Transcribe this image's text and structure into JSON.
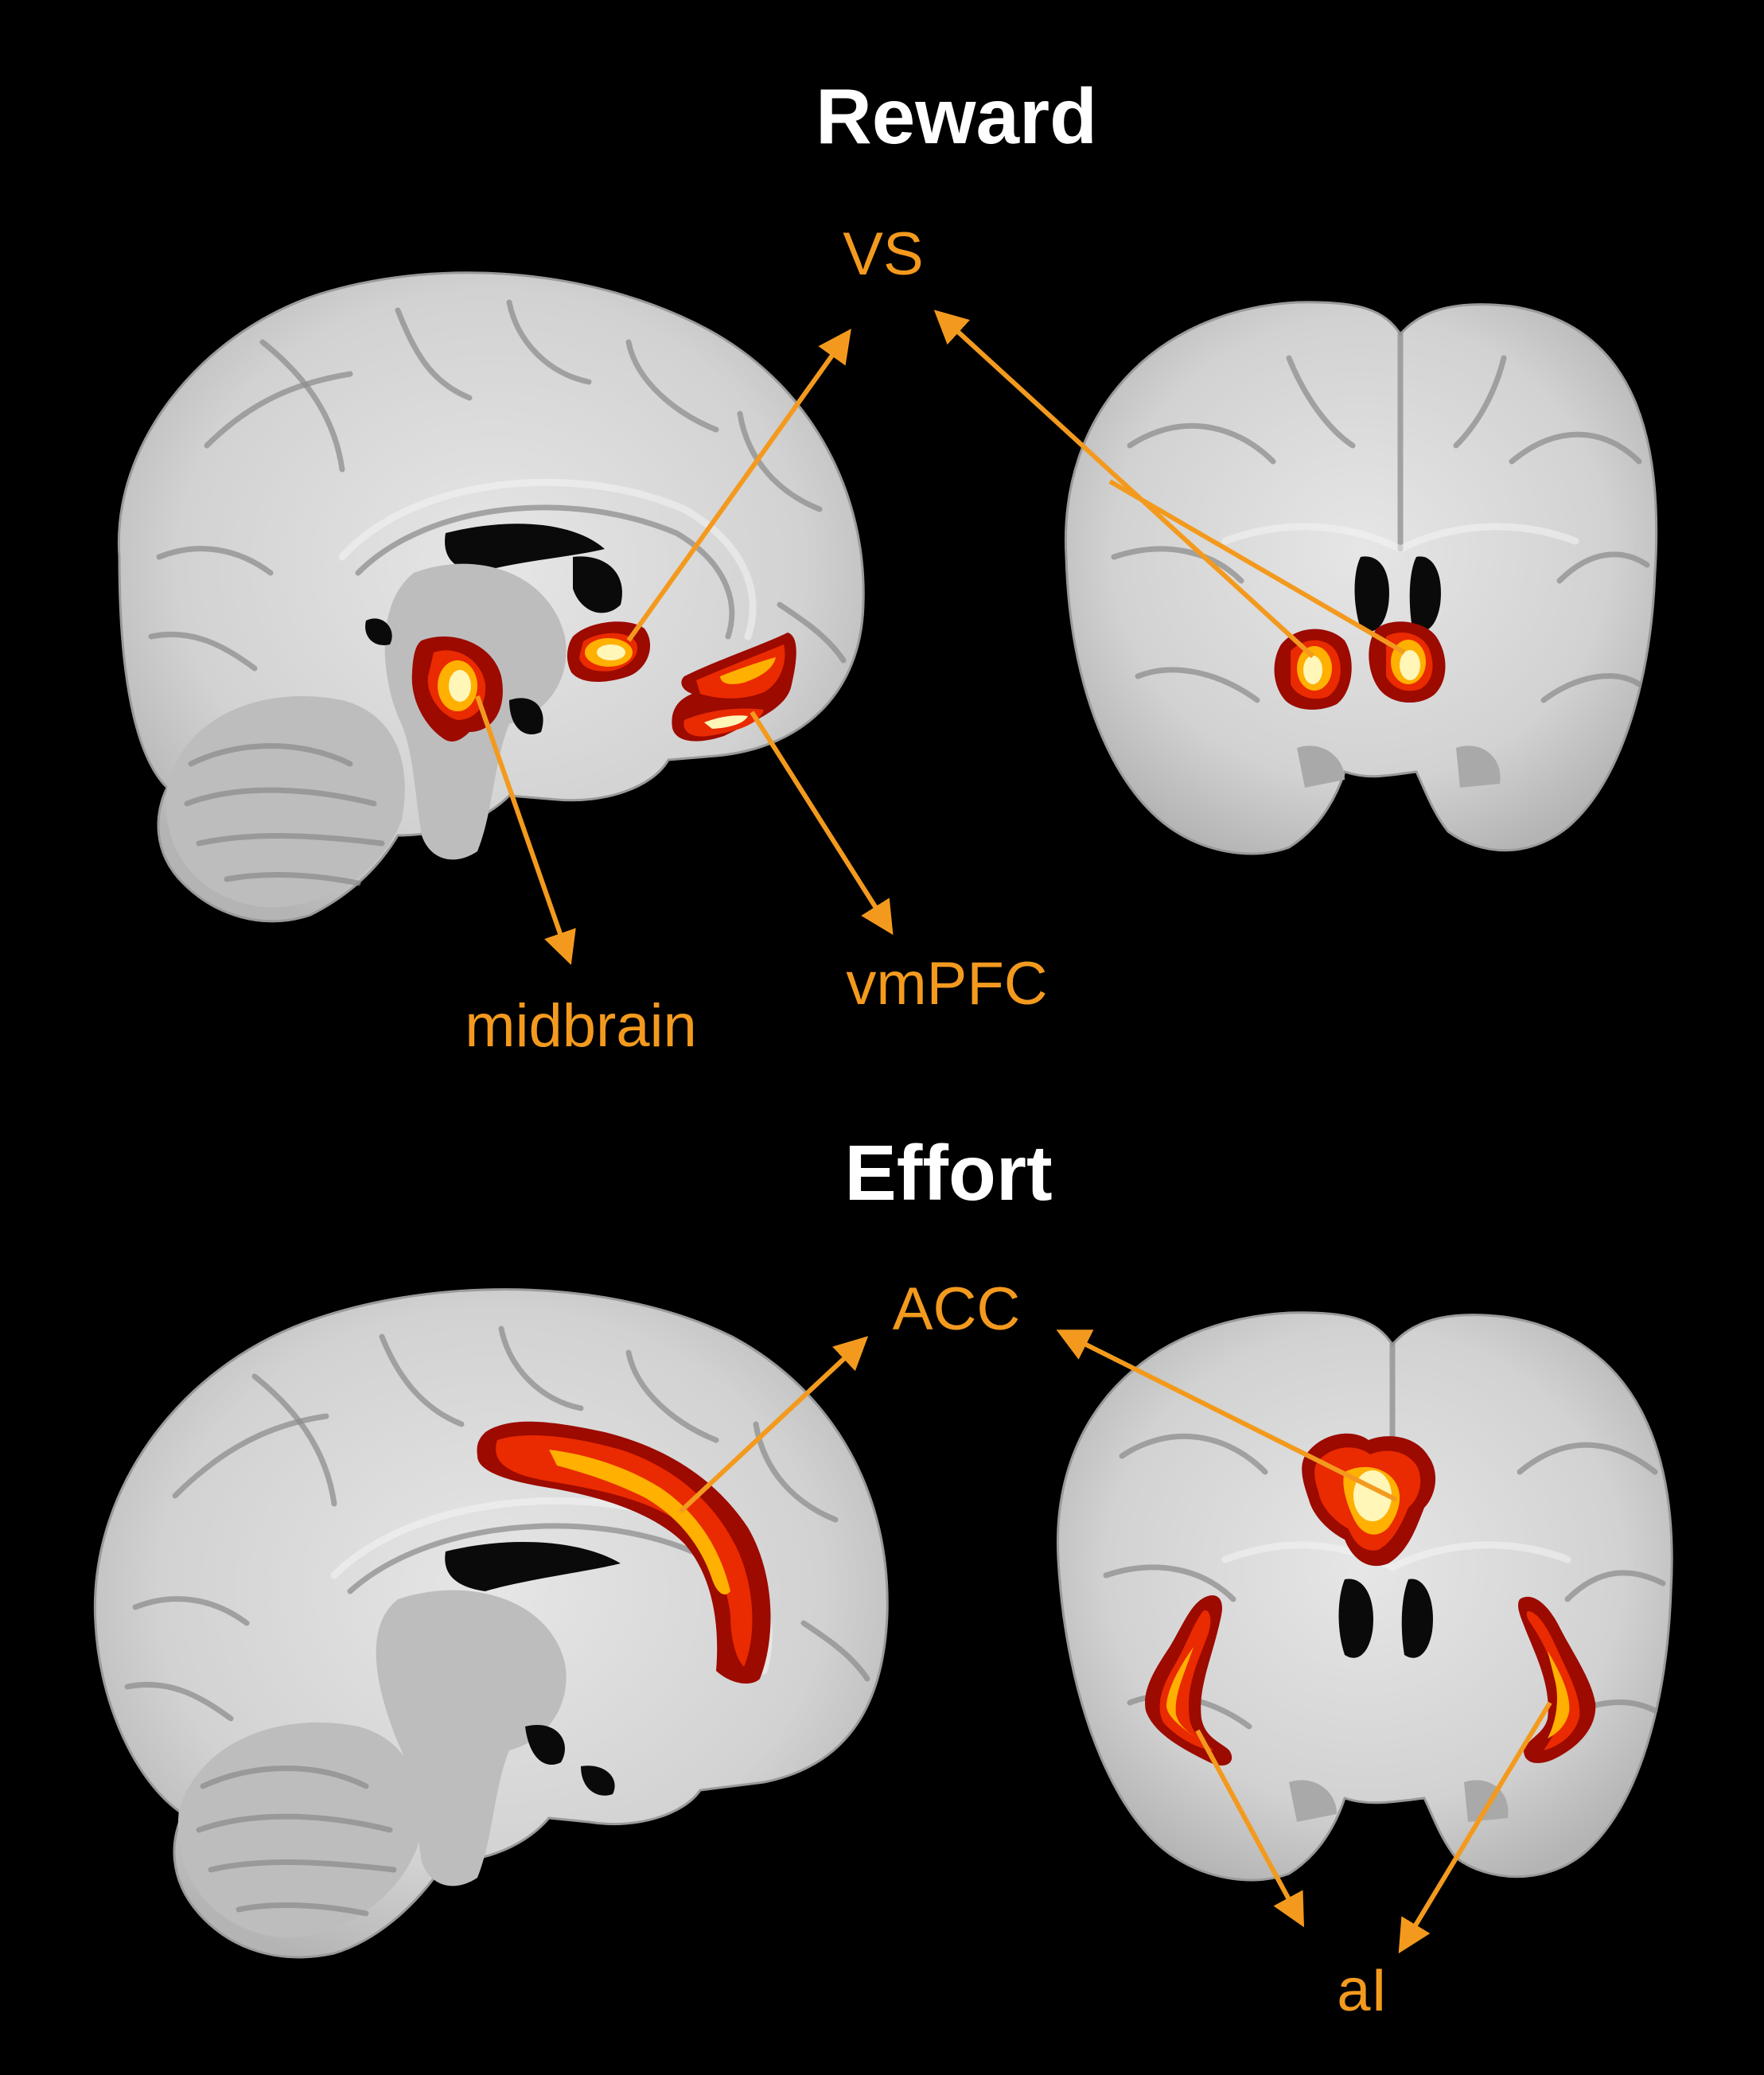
{
  "panels": {
    "reward": {
      "title": "Reward",
      "labels": {
        "vs": "VS",
        "midbrain": "midbrain",
        "vmpfc": "vmPFC"
      }
    },
    "effort": {
      "title": "Effort",
      "labels": {
        "acc": "ACC",
        "ai": "aI"
      }
    }
  },
  "colors": {
    "background": "#000000",
    "title": "#ffffff",
    "label_and_arrow": "#f39a1e",
    "activation_edge": "#9c0a00",
    "activation_mid": "#ea2a00",
    "activation_core": "#fff6b8"
  }
}
